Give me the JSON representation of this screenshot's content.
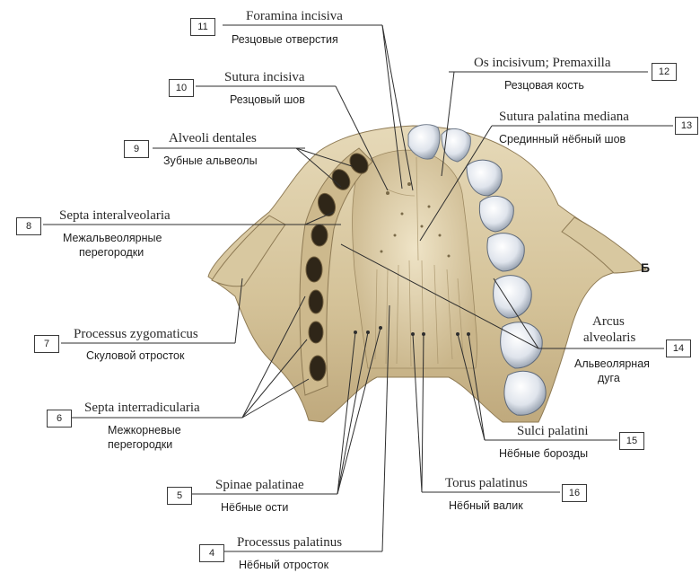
{
  "figure_letter": "Б",
  "labels": [
    {
      "num": "11",
      "latin": "Foramina incisiva",
      "ru": "Резцовые отверстия"
    },
    {
      "num": "10",
      "latin": "Sutura incisiva",
      "ru": "Резцовый шов"
    },
    {
      "num": "9",
      "latin": "Alveoli dentales",
      "ru": "Зубные альвеолы"
    },
    {
      "num": "8",
      "latin": "Septa interalveolaria",
      "ru": "Межальвеолярные",
      "ru2": "перегородки"
    },
    {
      "num": "7",
      "latin": "Processus zygomaticus",
      "ru": "Скуловой отросток"
    },
    {
      "num": "6",
      "latin": "Septa interradicularia",
      "ru": "Межкорневые",
      "ru2": "перегородки"
    },
    {
      "num": "5",
      "latin": "Spinae palatinae",
      "ru": "Нёбные ости"
    },
    {
      "num": "4",
      "latin": "Processus palatinus",
      "ru": "Нёбный отросток"
    },
    {
      "num": "12",
      "latin": "Os incisivum; Premaxilla",
      "ru": "Резцовая кость"
    },
    {
      "num": "13",
      "latin": "Sutura palatina mediana",
      "ru": "Срединный нёбный шов"
    },
    {
      "num": "14",
      "latin": "Arcus",
      "latin2": "alveolaris",
      "ru": "Альвеолярная",
      "ru2": "дуга"
    },
    {
      "num": "15",
      "latin": "Sulci palatini",
      "ru": "Нёбные борозды"
    },
    {
      "num": "16",
      "latin": "Torus palatinus",
      "ru": "Нёбный валик"
    }
  ],
  "colors": {
    "bone": "#d9c9a3",
    "bone_shadow": "#b9a67c",
    "tooth": "#e3e7ee",
    "tooth_shadow": "#7c8796",
    "line": "#2e2e2e"
  }
}
